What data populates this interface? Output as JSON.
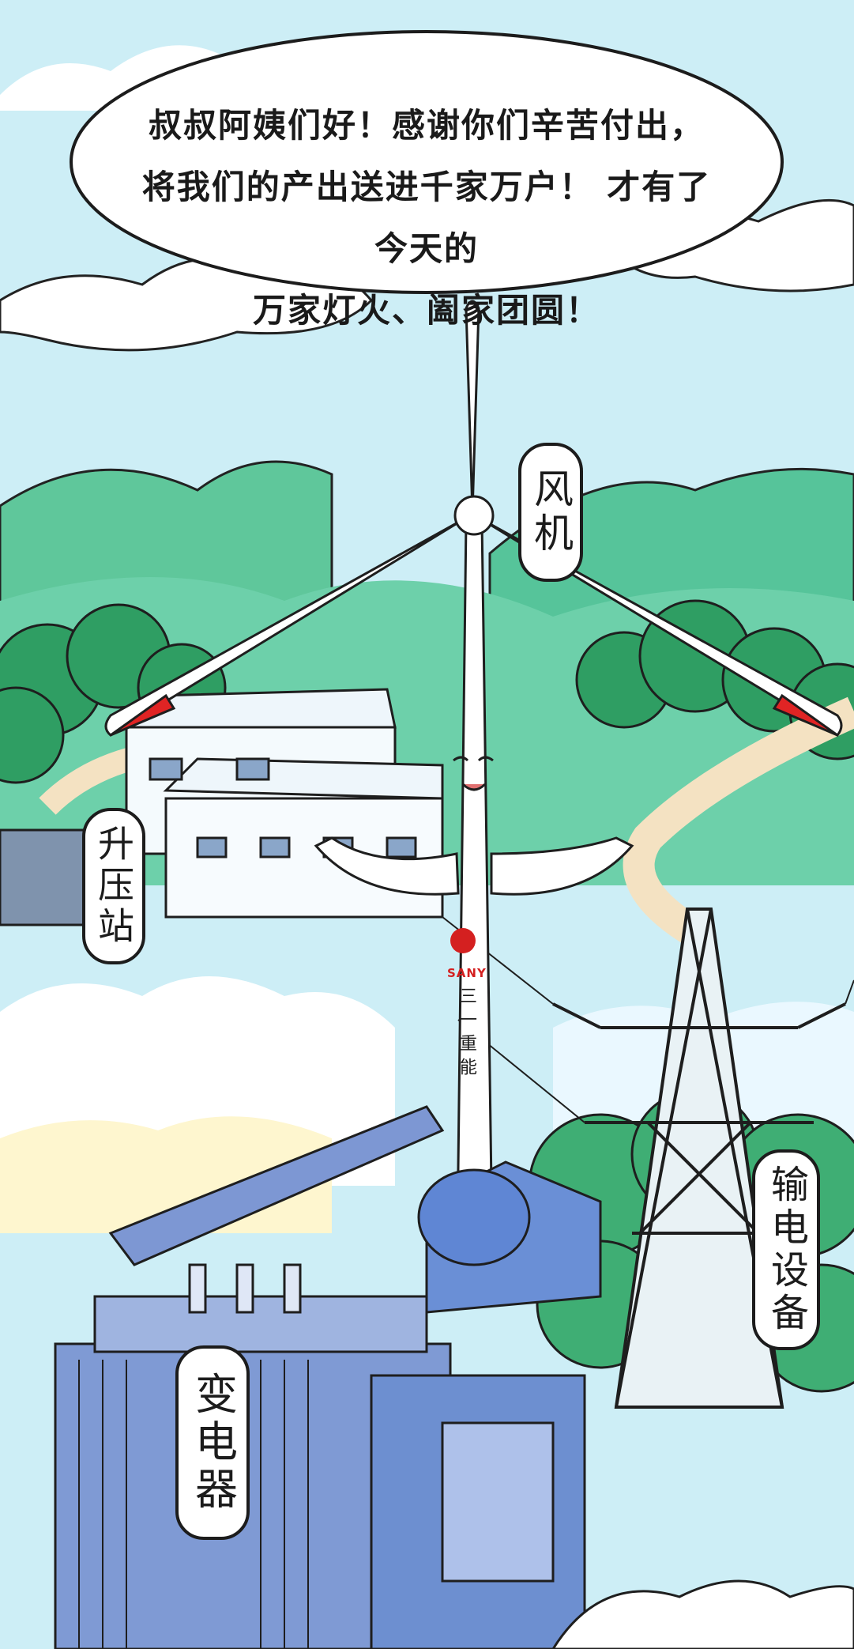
{
  "speech_bubble": {
    "line1": "叔叔阿姨们好！感谢你们辛苦付出，",
    "line2": "将我们的产出送进千家万户！  才有了今天的",
    "line3": "万家灯火、阖家团圆！"
  },
  "labels": {
    "wind_turbine": "风机",
    "booster_station": "升压站",
    "transmission_equipment": "输电设备",
    "transformer": "变电器"
  },
  "logo": {
    "brand_en": "SANY",
    "brand_cn": "三一重能"
  },
  "colors": {
    "sky": "#cfeef5",
    "hill": "#4fbf8e",
    "tree": "#2f9e63",
    "blade_tip": "#e02424",
    "transformer": "#5d7fc7"
  }
}
